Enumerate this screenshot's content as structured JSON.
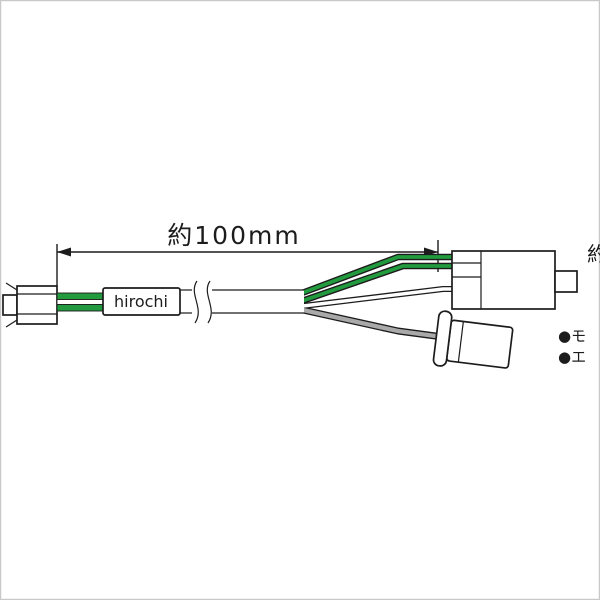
{
  "figure": {
    "dimension_label": "約100mm",
    "cable_label": "hirochi",
    "side_notes": [
      {
        "text": "●モ"
      },
      {
        "text": "●エ"
      }
    ],
    "corner_partial_label": "約",
    "colors": {
      "line": "#1c1c1c",
      "wire_green": "#229a3e",
      "wire_gray": "#a9a9a9",
      "border": "#c9c9c9",
      "corner_text": "#b3a83a",
      "background": "#ffffff"
    }
  }
}
